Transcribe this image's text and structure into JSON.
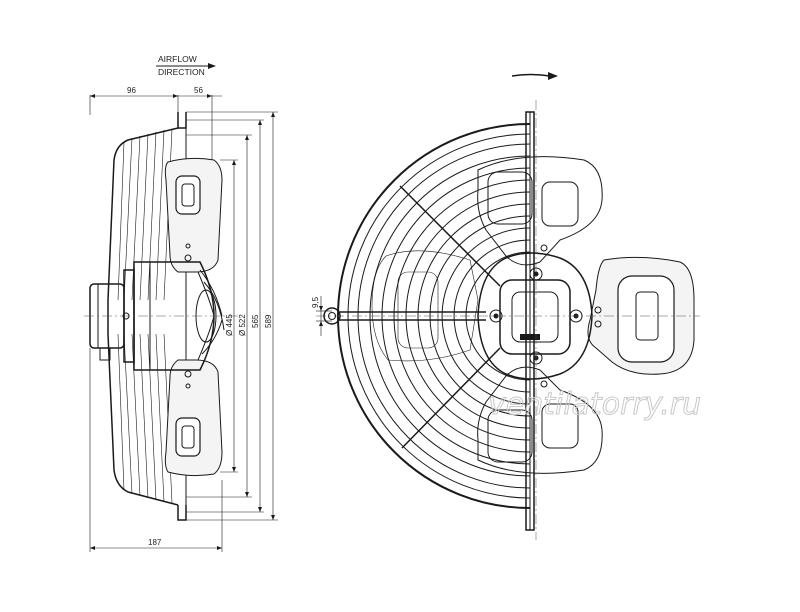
{
  "airflow_label_line1": "AIRFLOW",
  "airflow_label_line2": "DIRECTION",
  "dims": {
    "d96": "96",
    "d56": "56",
    "d187": "187",
    "d9_5": "9,5",
    "dia445": "Ø 445",
    "dia522": "Ø 522",
    "d565": "565",
    "d589": "589"
  },
  "watermark": "ventilatorry.ru"
}
